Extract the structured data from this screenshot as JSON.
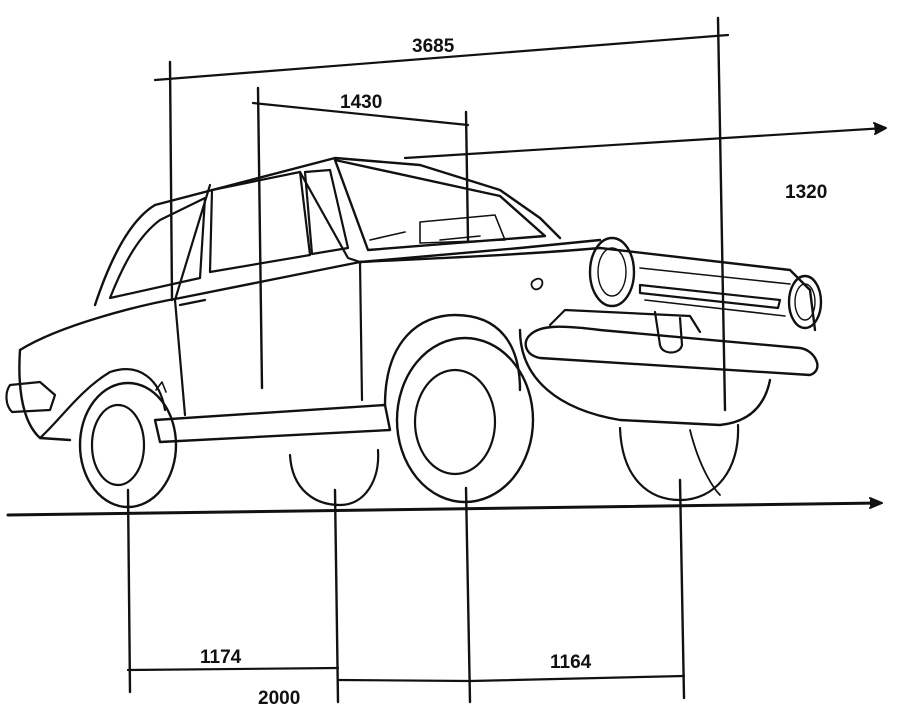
{
  "dimensions": {
    "overall_length": "3685",
    "front_overhang_to_b_pillar": "1430",
    "height": "1320",
    "rear_track_part": "1174",
    "wheelbase": "2000",
    "front_track_part": "1164"
  },
  "colors": {
    "ink": "#111111",
    "paper": "#ffffff"
  }
}
